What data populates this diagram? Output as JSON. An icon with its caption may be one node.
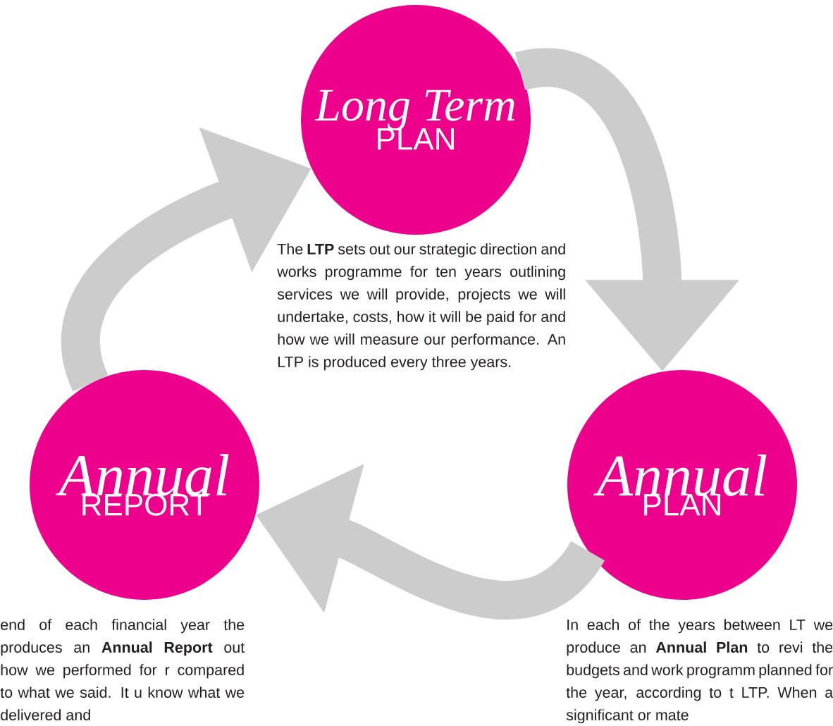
{
  "diagram": {
    "nodes": [
      {
        "text": [
          "Long Term",
          "PLAN"
        ],
        "beside": [
          "The **LTP** sets out our strategic direction and works programme for ten years outlining services we will provide, projects we will undertake, costs, how it will be paid for and how we will measure our performance. An LTP is produced every three years."
        ]
      },
      {
        "text": [
          "Annual",
          "PLAN"
        ],
        "beside": [
          "In each of the years between LT we produce an **Annual Plan** to revi the budgets and work programm planned for the year, according to t LTP. When a significant or mate"
        ]
      },
      {
        "text": [
          "Annual",
          "REPORT"
        ],
        "beside": [
          "end of each financial year the produces an **Annual Report** out how we performed for r compared to what we said. It u know what we delivered and"
        ]
      }
    ],
    "edges": [
      {
        "from": 2,
        "to": 0,
        "arrow": "to"
      },
      {
        "from": 0,
        "to": 1,
        "arrow": "to"
      },
      {
        "from": 1,
        "to": 2,
        "arrow": "to"
      }
    ]
  }
}
